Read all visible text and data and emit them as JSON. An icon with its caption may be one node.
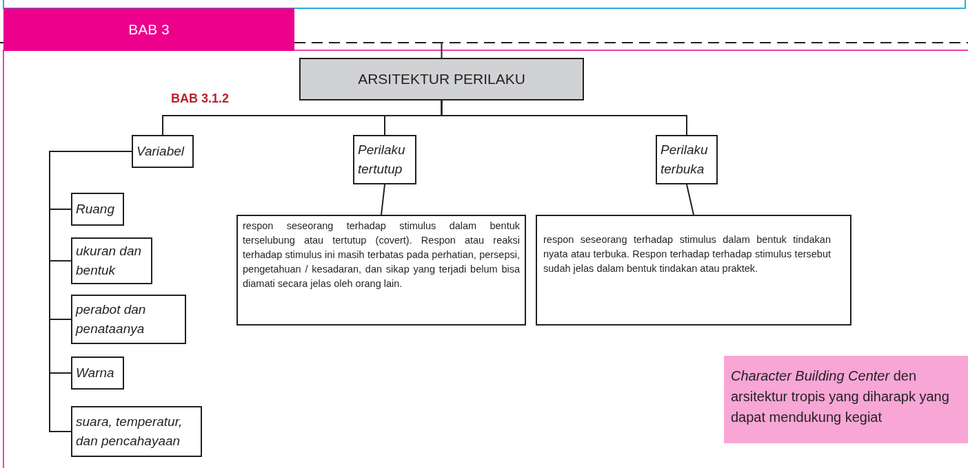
{
  "diagram": {
    "nodes": [
      {
        "text": [
          "BAB 3"
        ]
      },
      {
        "text": [
          "ARSITEKTUR PERILAKU"
        ]
      },
      {
        "text": [
          "Variabel"
        ]
      },
      {
        "text": [
          "Perilaku tertutup"
        ]
      },
      {
        "text": [
          "Perilaku terbuka"
        ]
      },
      {
        "text": [
          "Ruang"
        ]
      },
      {
        "text": [
          "ukuran dan bentuk"
        ]
      },
      {
        "text": [
          "perabot dan penataanya"
        ]
      },
      {
        "text": [
          "Warna"
        ]
      },
      {
        "text": [
          "suara, temperatur, dan pencahayaan"
        ]
      },
      {
        "text": [
          "respon seseorang terhadap stimulus dalam bentuk terselubung atau tertutup (covert). Respon atau reaksi terhadap stimulus ini masih terbatas pada perhatian, persepsi, pengetahuan / kesadaran, dan sikap yang terjadi belum bisa diamati secara jelas oleh orang lain."
        ]
      },
      {
        "text": [
          "respon seseorang terhadap stimulus dalam bentuk tindakan nyata atau terbuka. Respon terhadap terhadap stimulus tersebut sudah jelas dalam bentuk tindakan atau praktek."
        ]
      },
      {
        "text": [
          "*Character Building Center* den arsitektur tropis yang diharapk yang dapat mendukung kegiat"
        ]
      }
    ],
    "edges": [
      {
        "from": null,
        "to": 1,
        "arrow": "none"
      },
      {
        "from": 1,
        "to": 2,
        "arrow": "none"
      },
      {
        "from": 1,
        "to": 3,
        "arrow": "none"
      },
      {
        "from": 1,
        "to": 4,
        "arrow": "none"
      },
      {
        "from": 2,
        "to": 5,
        "arrow": "none"
      },
      {
        "from": 2,
        "to": 6,
        "arrow": "none"
      },
      {
        "from": 2,
        "to": 7,
        "arrow": "none"
      },
      {
        "from": 2,
        "to": 8,
        "arrow": "none"
      },
      {
        "from": 2,
        "to": 9,
        "arrow": "none"
      },
      {
        "from": 3,
        "to": 10,
        "arrow": "none"
      },
      {
        "from": 4,
        "to": 11,
        "arrow": "none"
      }
    ],
    "labels": [
      "BAB 3.1.2"
    ]
  }
}
